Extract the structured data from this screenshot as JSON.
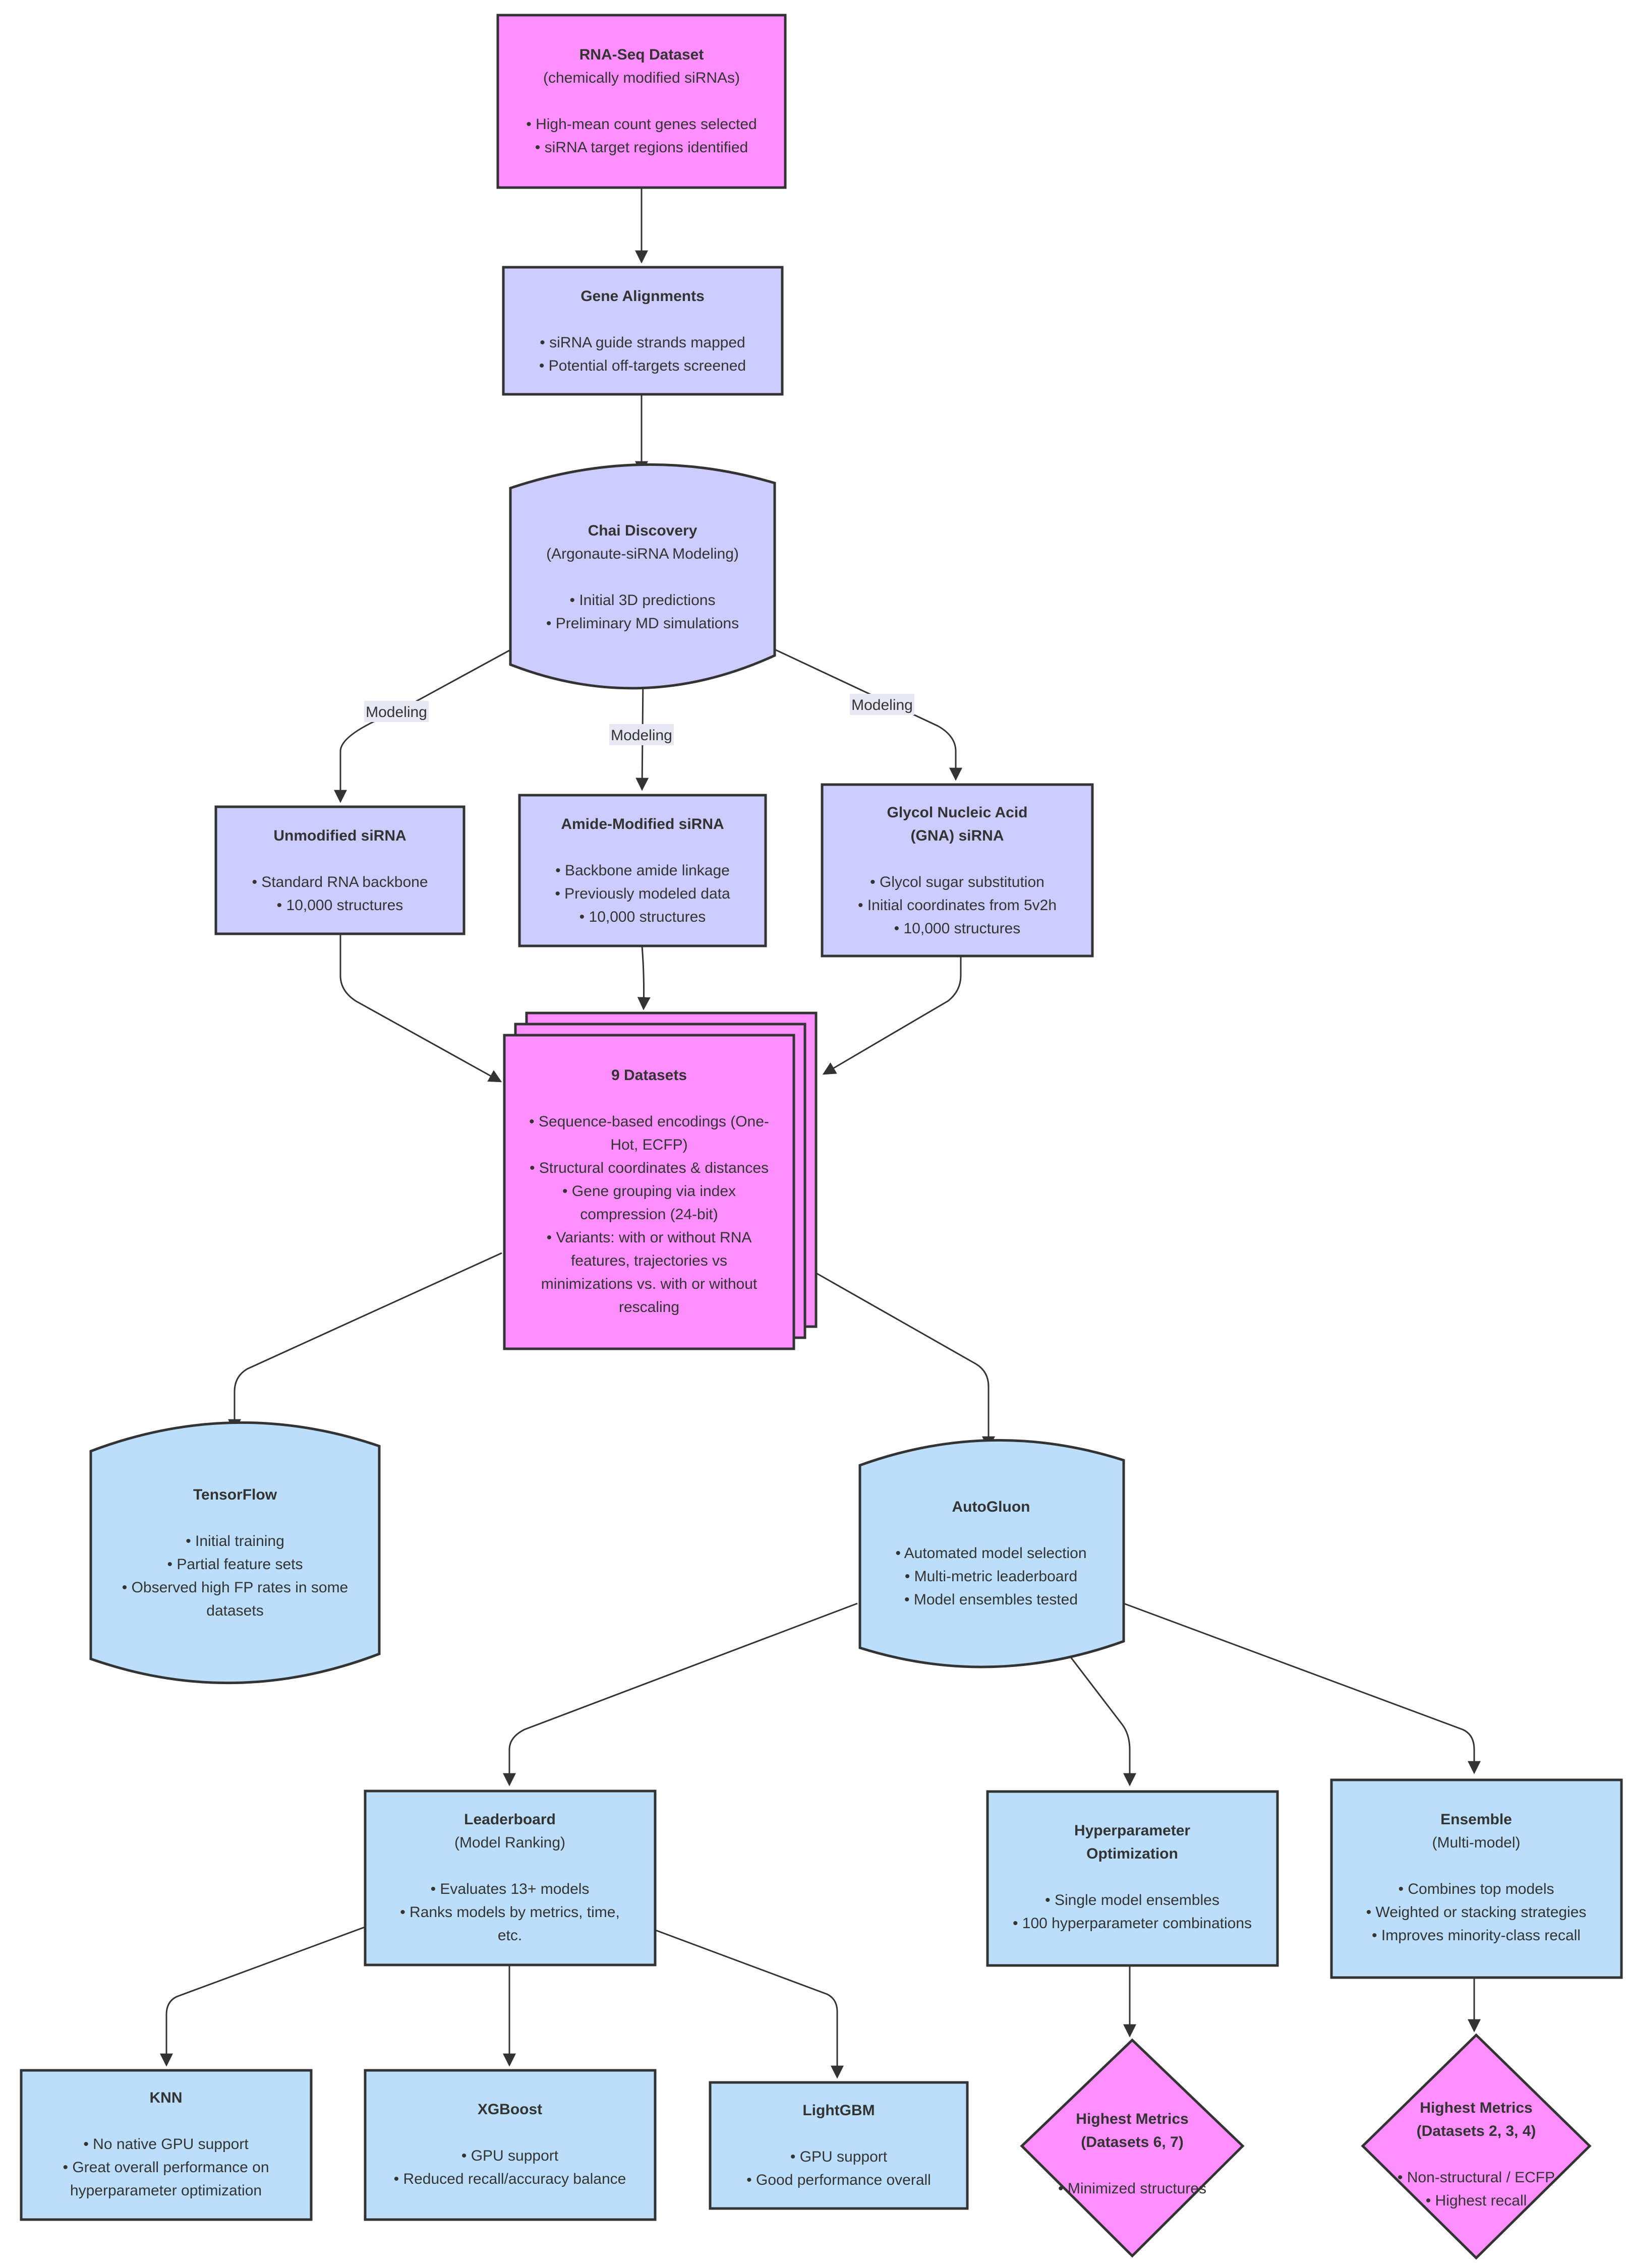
{
  "colors": {
    "data_source": "#ff8ffe",
    "modeling": "#ccccff",
    "ml": "#bbdefa",
    "edge": "#333333",
    "edge_label_bg": "#e8e8f4"
  },
  "edge_labels": {
    "to_unmodified": "Modeling",
    "to_amide": "Modeling",
    "to_gna": "Modeling"
  },
  "nodes": {
    "rnaseq": {
      "title": [
        "RNA-Seq Dataset"
      ],
      "subtitle": "(chemically modified siRNAs)",
      "bullets": [
        "• High-mean count genes selected",
        "• siRNA target regions identified"
      ]
    },
    "gene": {
      "title": [
        "Gene Alignments"
      ],
      "subtitle": "",
      "bullets": [
        "• siRNA guide strands mapped",
        "• Potential off-targets screened"
      ]
    },
    "chai": {
      "title": [
        "Chai Discovery"
      ],
      "subtitle": "(Argonaute-siRNA Modeling)",
      "bullets": [
        "• Initial 3D predictions",
        "• Preliminary MD simulations"
      ]
    },
    "unmodified": {
      "title": [
        "Unmodified siRNA"
      ],
      "subtitle": "",
      "bullets": [
        "• Standard RNA backbone",
        "• 10,000 structures"
      ]
    },
    "amide": {
      "title": [
        "Amide-Modified siRNA"
      ],
      "subtitle": "",
      "bullets": [
        "• Backbone amide linkage",
        "• Previously modeled data",
        "• 10,000 structures"
      ]
    },
    "gna": {
      "title": [
        "Glycol Nucleic Acid",
        "(GNA) siRNA"
      ],
      "subtitle": "",
      "bullets": [
        "• Glycol sugar substitution",
        "• Initial coordinates from 5v2h",
        "• 10,000 structures"
      ]
    },
    "datasets": {
      "title": [
        "9 Datasets"
      ],
      "subtitle": "",
      "bullets": [
        "• Sequence-based encodings (One-",
        "Hot, ECFP)",
        "• Structural coordinates & distances",
        "• Gene grouping via index",
        "compression (24-bit)",
        "• Variants: with or without RNA",
        "features, trajectories vs",
        "minimizations vs. with or without",
        "rescaling"
      ]
    },
    "tensorflow": {
      "title": [
        "TensorFlow"
      ],
      "subtitle": "",
      "bullets": [
        "• Initial training",
        "• Partial feature sets",
        "• Observed high FP rates in some",
        "datasets"
      ]
    },
    "autogluon": {
      "title": [
        "AutoGluon"
      ],
      "subtitle": "",
      "bullets": [
        "• Automated model selection",
        "• Multi-metric leaderboard",
        "• Model ensembles tested"
      ]
    },
    "leaderboard": {
      "title": [
        "Leaderboard"
      ],
      "subtitle": "(Model Ranking)",
      "bullets": [
        "• Evaluates 13+ models",
        "• Ranks models by metrics, time,",
        "etc."
      ]
    },
    "hyper": {
      "title": [
        "Hyperparameter",
        "Optimization"
      ],
      "subtitle": "",
      "bullets": [
        "• Single model ensembles",
        "• 100 hyperparameter combinations"
      ]
    },
    "ensemble": {
      "title": [
        "Ensemble"
      ],
      "subtitle": "(Multi-model)",
      "bullets": [
        "• Combines top models",
        "• Weighted or stacking strategies",
        "• Improves minority-class recall"
      ]
    },
    "knn": {
      "title": [
        "KNN"
      ],
      "subtitle": "",
      "bullets": [
        "• No native GPU support",
        "• Great overall performance on",
        "hyperparameter optimization"
      ]
    },
    "xgboost": {
      "title": [
        "XGBoost"
      ],
      "subtitle": "",
      "bullets": [
        "• GPU support",
        "• Reduced recall/accuracy balance"
      ]
    },
    "lightgbm": {
      "title": [
        "LightGBM"
      ],
      "subtitle": "",
      "bullets": [
        "• GPU support",
        "• Good performance overall"
      ]
    },
    "metrics67": {
      "title": [
        "Highest Metrics",
        "(Datasets 6, 7)"
      ],
      "subtitle": "",
      "bullets": [
        "• Minimized structures"
      ]
    },
    "metrics234": {
      "title": [
        "Highest Metrics",
        "(Datasets 2, 3, 4)"
      ],
      "subtitle": "",
      "bullets": [
        "• Non-structural / ECFP",
        "• Highest recall"
      ]
    }
  }
}
